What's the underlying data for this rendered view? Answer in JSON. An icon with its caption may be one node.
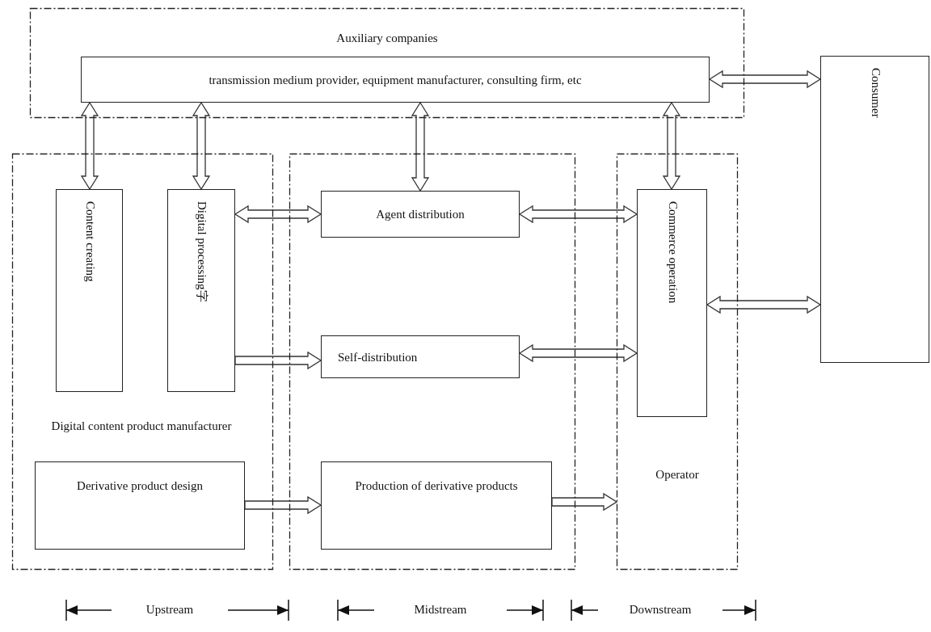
{
  "diagram": {
    "nodes": [
      {
        "text": [
          "Auxiliary companies"
        ]
      },
      {
        "text": [
          "transmission medium provider, equipment manufacturer, consulting firm, etc"
        ],
        "in": 0
      },
      {
        "text": [
          "Digital content product manufacturer"
        ]
      },
      {
        "text": [
          "Content creating"
        ],
        "in": 2
      },
      {
        "text": [
          "Digital processing字"
        ],
        "in": 2
      },
      {
        "text": [
          "Derivative product design"
        ],
        "in": 2
      },
      {
        "text": [],
        "shape": "box"
      },
      {
        "text": [
          "Agent distribution"
        ],
        "in": 6
      },
      {
        "text": [
          "Self-distribution"
        ],
        "in": 6
      },
      {
        "text": [
          "Production of derivative products"
        ],
        "in": 6
      },
      {
        "text": [
          "Operator"
        ]
      },
      {
        "text": [
          "Commerce operation"
        ],
        "in": 10
      },
      {
        "text": [
          "Consumer"
        ]
      }
    ],
    "edges": [
      {
        "from": 1,
        "to": 12,
        "arrow": "both"
      },
      {
        "from": 1,
        "to": 3,
        "arrow": "both"
      },
      {
        "from": 1,
        "to": 4,
        "arrow": "both"
      },
      {
        "from": 1,
        "to": 7,
        "arrow": "both"
      },
      {
        "from": 1,
        "to": 11,
        "arrow": "both"
      },
      {
        "from": 4,
        "to": 7,
        "arrow": "both"
      },
      {
        "from": 4,
        "to": 8,
        "arrow": "to"
      },
      {
        "from": 7,
        "to": 11,
        "arrow": "both"
      },
      {
        "from": 8,
        "to": 11,
        "arrow": "both"
      },
      {
        "from": 11,
        "to": 12,
        "arrow": "both"
      },
      {
        "from": 5,
        "to": 9,
        "arrow": "to"
      },
      {
        "from": 9,
        "to": 10,
        "arrow": "to"
      }
    ],
    "labels": [
      "Upstream",
      "Midstream",
      "Downstream"
    ]
  }
}
